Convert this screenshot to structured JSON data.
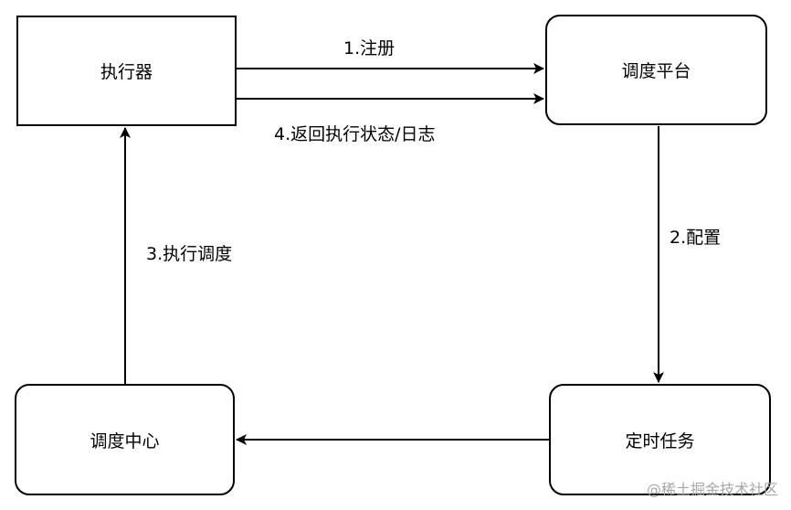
{
  "nodes": {
    "executor": "执行器",
    "platform": "调度平台",
    "center": "调度中心",
    "task": "定时任务"
  },
  "edges": {
    "register": "1.注册",
    "config": "2.配置",
    "dispatch": "3.执行调度",
    "return": "4.返回执行状态/日志"
  },
  "watermark": "@稀土掘金技术社区",
  "colors": {
    "stroke": "#000000",
    "background": "#ffffff",
    "watermark": "#a8a8a8"
  }
}
